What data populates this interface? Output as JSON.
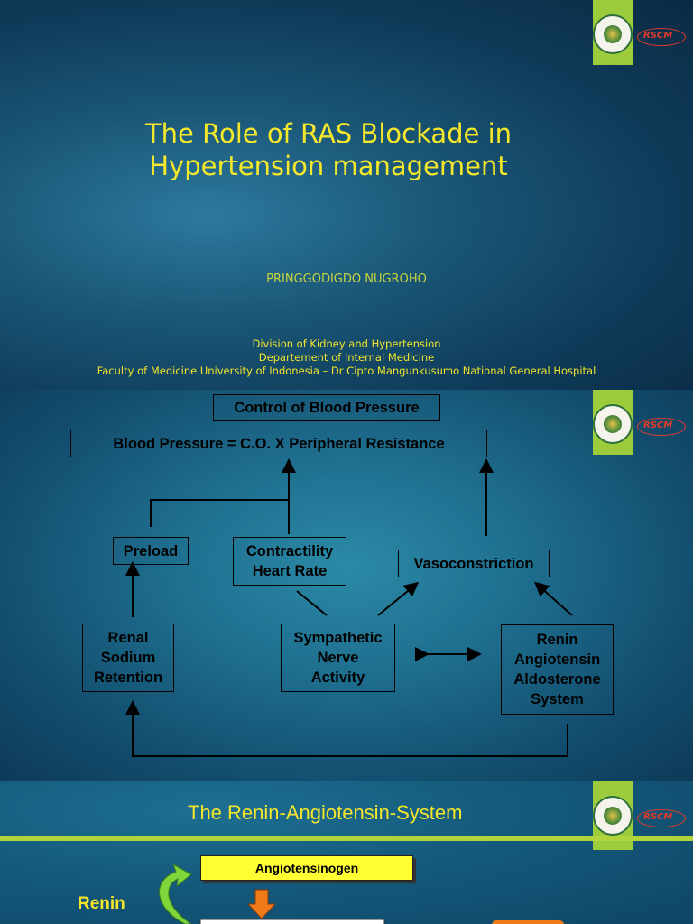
{
  "slide1": {
    "title_line1": "The Role of RAS Blockade in",
    "title_line2": "Hypertension management",
    "author": "PRINGGODIGDO NUGROHO",
    "inst_line1": "Division of Kidney and Hypertension",
    "inst_line2": "Departement of Internal Medicine",
    "inst_line3": "Faculty of Medicine University of Indonesia – Dr Cipto Mangunkusumo National General Hospital",
    "logo_text": "RSCM"
  },
  "slide2": {
    "heading": "Control of Blood Pressure",
    "equation": "Blood Pressure  =  C.O.  X  Peripheral Resistance",
    "preload": "Preload",
    "contractility_l1": "Contractility",
    "contractility_l2": "Heart Rate",
    "vasoconstriction": "Vasoconstriction",
    "renal_l1": "Renal",
    "renal_l2": "Sodium",
    "renal_l3": "Retention",
    "sympathetic_l1": "Sympathetic",
    "sympathetic_l2": "Nerve",
    "sympathetic_l3": "Activity",
    "raas_l1": "Renin",
    "raas_l2": "Angiotensin",
    "raas_l3": "Aldosterone",
    "raas_l4": "System",
    "logo_text": "RSCM"
  },
  "slide3": {
    "title": "The Renin-Angiotensin-System",
    "angiotensinogen": "Angiotensinogen",
    "renin": "Renin",
    "logo_text": "RSCM"
  },
  "colors": {
    "title_yellow": "#f5e82a",
    "author_green": "#c7d53c",
    "logo_green": "#9ccc3c",
    "logo_red": "#e23b2a"
  }
}
